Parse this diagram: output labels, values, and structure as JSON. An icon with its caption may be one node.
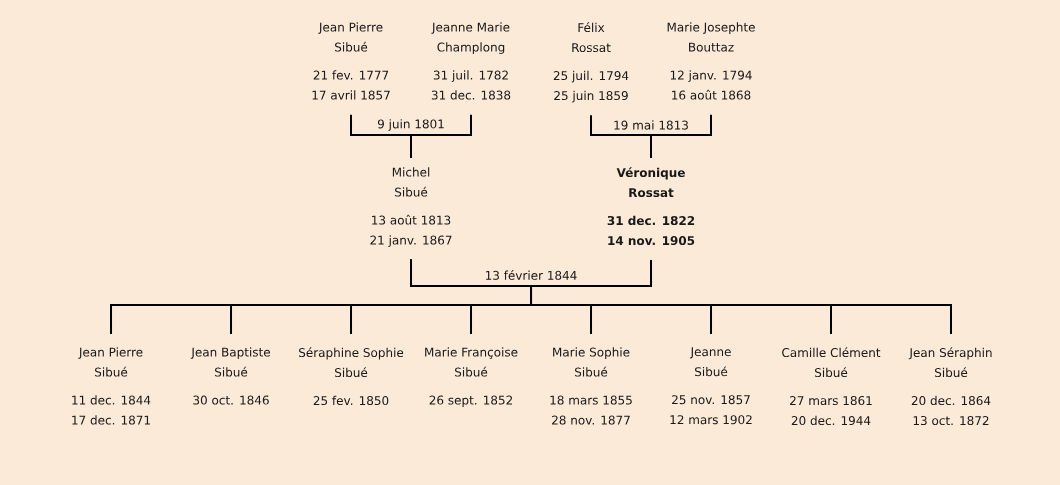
{
  "diagram": {
    "nodes": [
      {
        "text": [
          "Jean Pierre Sibué",
          "21 fev. 1777",
          "17 avril 1857"
        ]
      },
      {
        "text": [
          "Jeanne Marie Champlong",
          "31 juil. 1782",
          "31 dec. 1838"
        ]
      },
      {
        "text": [
          "Félix Rossat",
          "25 juil. 1794",
          "25 juin 1859"
        ]
      },
      {
        "text": [
          "Marie Josephte Bouttaz",
          "12 janv. 1794",
          "16 août 1868"
        ]
      },
      {
        "text": [
          "Michel Sibué",
          "13 août 1813",
          "21 janv. 1867"
        ]
      },
      {
        "text": [
          "Véronique Rossat",
          "31 dec. 1822",
          "14 nov. 1905"
        ]
      },
      {
        "text": [
          "Jean Pierre Sibué",
          "11 dec. 1844",
          "17 dec. 1871"
        ]
      },
      {
        "text": [
          "Jean Baptiste Sibué",
          "30 oct. 1846"
        ]
      },
      {
        "text": [
          "Séraphine Sophie Sibué",
          "25 fev. 1850"
        ]
      },
      {
        "text": [
          "Marie Françoise Sibué",
          "26 sept. 1852"
        ]
      },
      {
        "text": [
          "Marie Sophie Sibué",
          "18 mars 1855",
          "28 nov. 1877"
        ]
      },
      {
        "text": [
          "Jeanne Sibué",
          "25 nov. 1857",
          "12 mars 1902"
        ]
      },
      {
        "text": [
          "Camille Clément Sibué",
          "27 mars 1861",
          "20 dec. 1944"
        ]
      },
      {
        "text": [
          "Jean Séraphin Sibué",
          "20 dec. 1864",
          "13 oct. 1872"
        ]
      }
    ],
    "edges": [
      {
        "from": 0,
        "to": 4,
        "arrow": "none",
        "label": "9 juin 1801"
      },
      {
        "from": 1,
        "to": 4,
        "arrow": "none"
      },
      {
        "from": 2,
        "to": 5,
        "arrow": "none",
        "label": "19 mai 1813"
      },
      {
        "from": 3,
        "to": 5,
        "arrow": "none"
      },
      {
        "from": 4,
        "to": 6,
        "arrow": "none",
        "label": "13 février 1844"
      },
      {
        "from": 4,
        "to": 7,
        "arrow": "none"
      },
      {
        "from": 4,
        "to": 8,
        "arrow": "none"
      },
      {
        "from": 4,
        "to": 9,
        "arrow": "none"
      },
      {
        "from": 4,
        "to": 10,
        "arrow": "none"
      },
      {
        "from": 4,
        "to": 11,
        "arrow": "none"
      },
      {
        "from": 4,
        "to": 12,
        "arrow": "none"
      },
      {
        "from": 4,
        "to": 13,
        "arrow": "none"
      },
      {
        "from": 5,
        "to": 6,
        "arrow": "none"
      },
      {
        "from": 5,
        "to": 7,
        "arrow": "none"
      },
      {
        "from": 5,
        "to": 8,
        "arrow": "none"
      },
      {
        "from": 5,
        "to": 9,
        "arrow": "none"
      },
      {
        "from": 5,
        "to": 10,
        "arrow": "none"
      },
      {
        "from": 5,
        "to": 11,
        "arrow": "none"
      },
      {
        "from": 5,
        "to": 12,
        "arrow": "none"
      },
      {
        "from": 5,
        "to": 13,
        "arrow": "none"
      }
    ]
  }
}
